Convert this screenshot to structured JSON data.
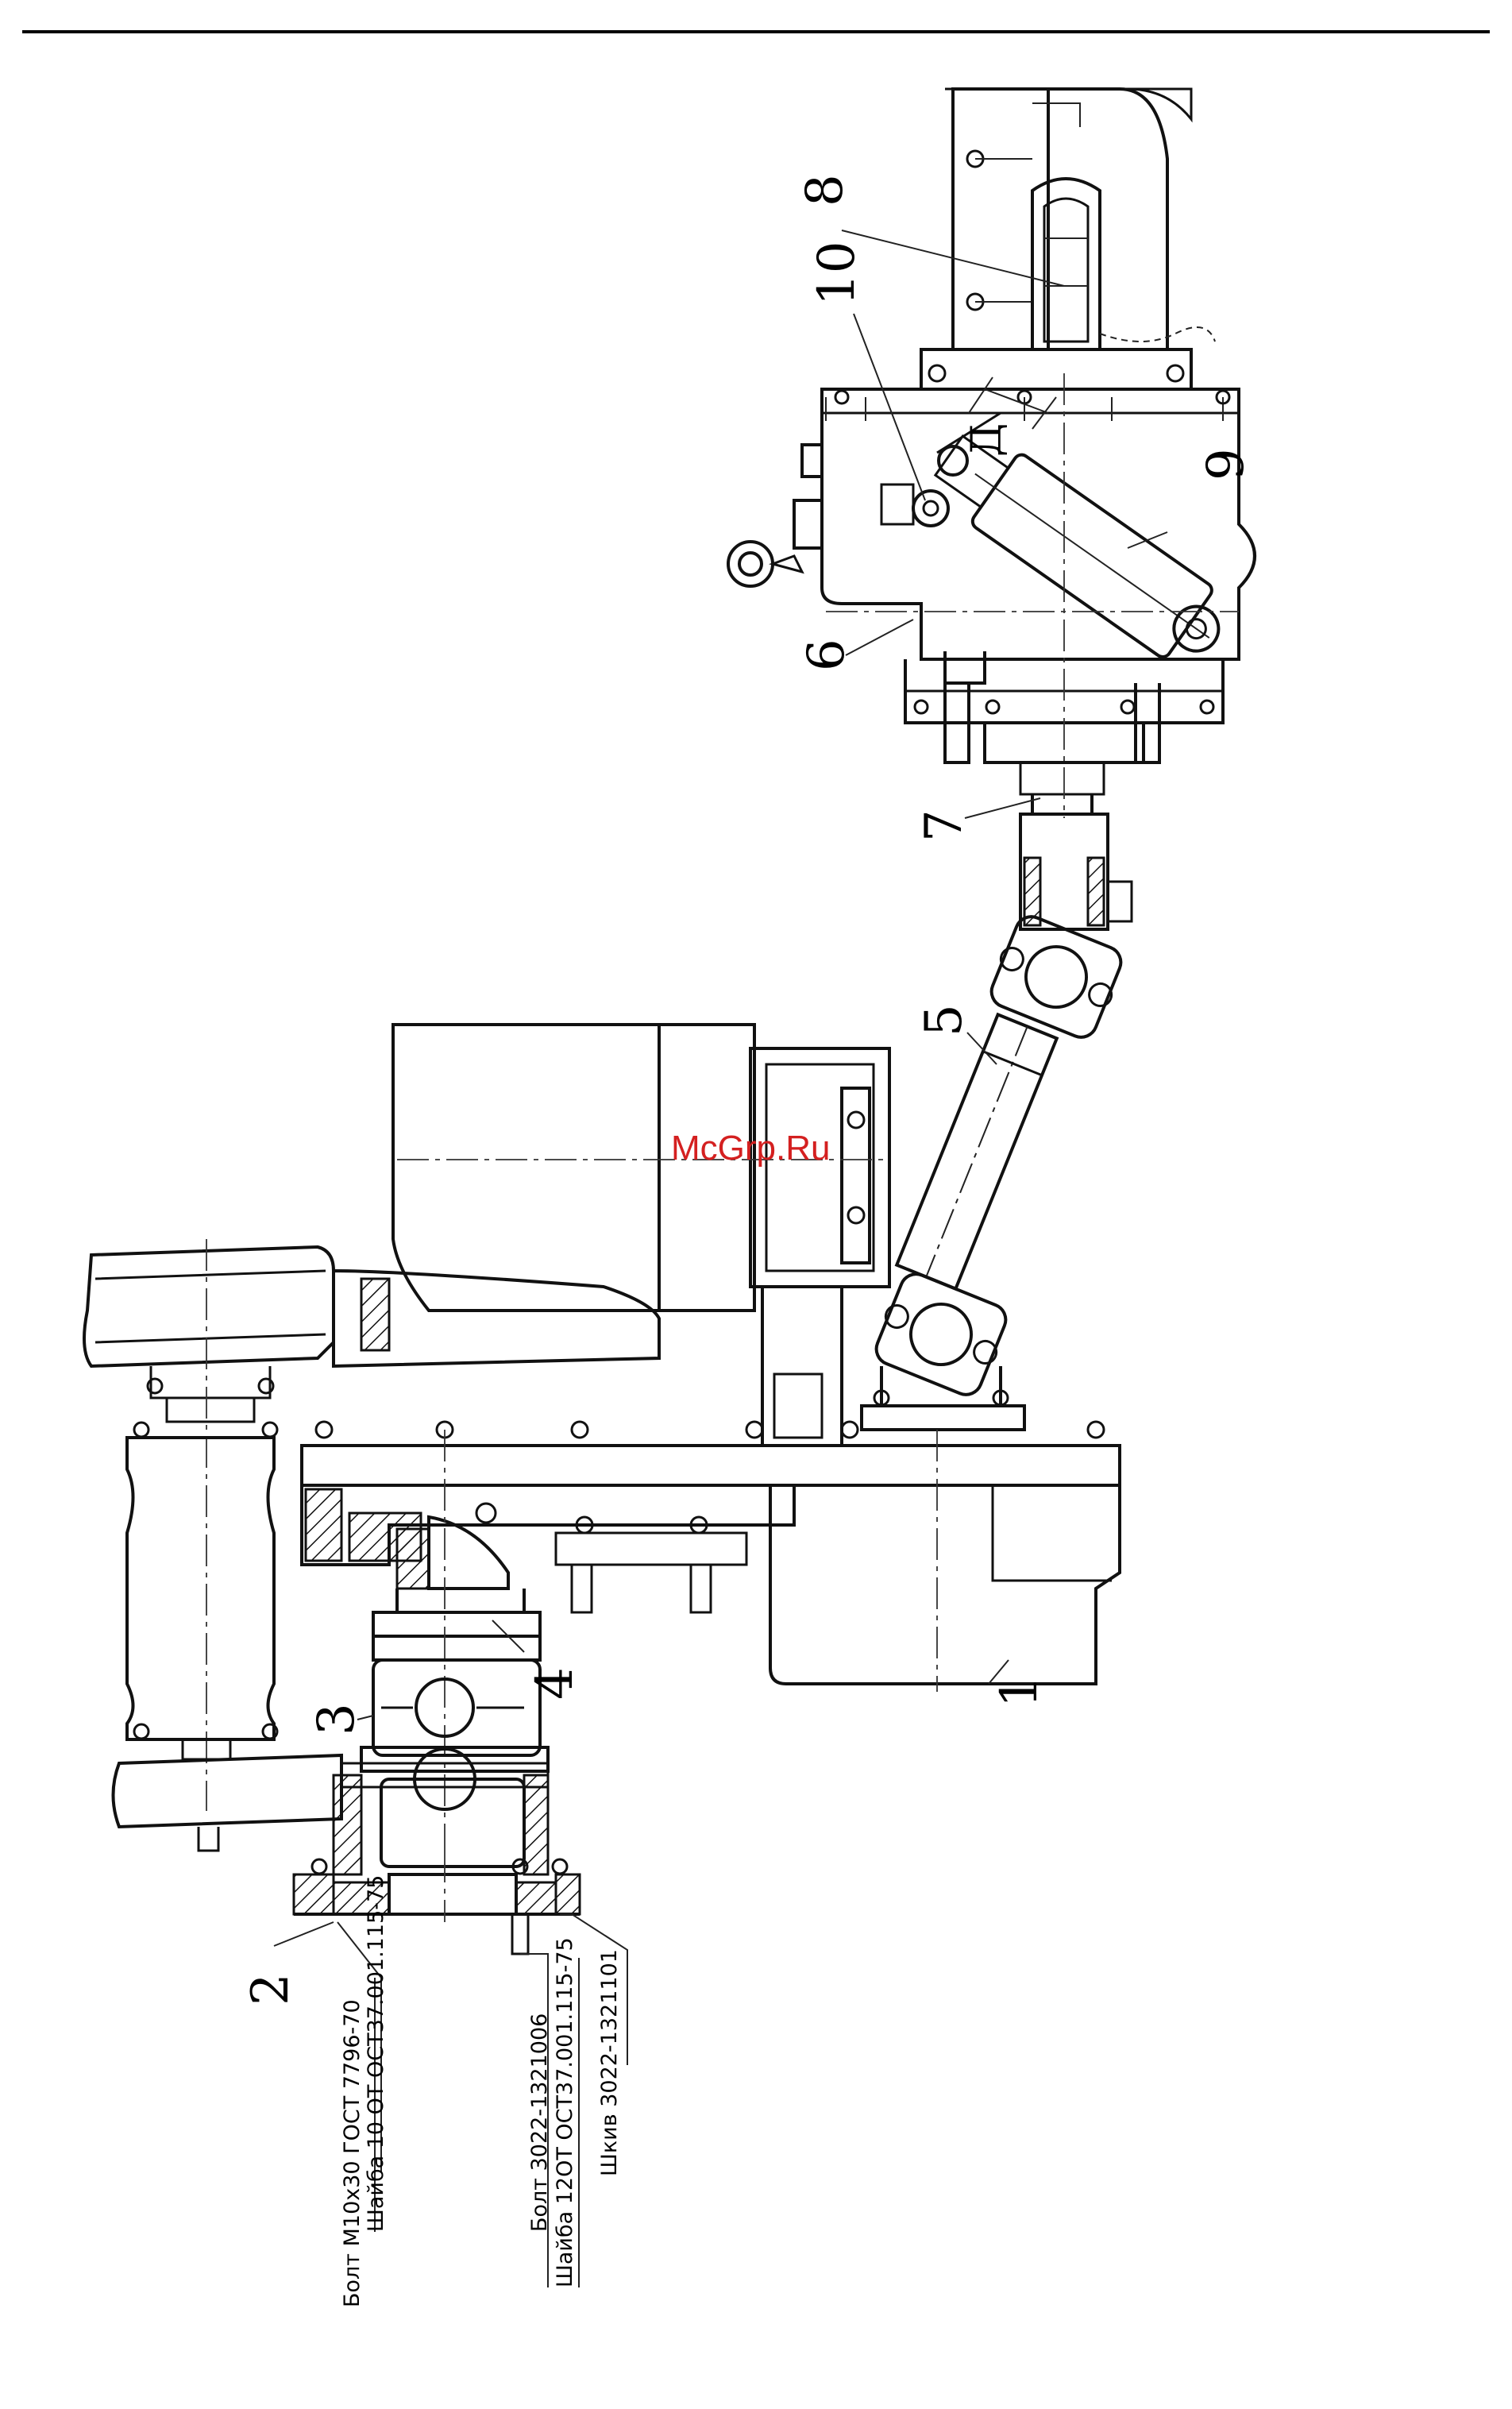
{
  "watermark": "McGrp.Ru",
  "callouts": {
    "c1": "1",
    "c2": "2",
    "c3": "3",
    "c4": "4",
    "c5": "5",
    "c6": "6",
    "c7": "7",
    "c8": "8",
    "c9": "9",
    "c10": "10",
    "dimension": "Д"
  },
  "notes": {
    "bolt_m10": "Болт М10х30  ГОСТ 7796-70",
    "washer_10": "Шайба 10 ОТ ОСТ37.001.115-75",
    "bolt_3022": "Болт  3022-1321006",
    "washer_12": "Шайба 12ОТ ОСТ37.001.115-75",
    "pulley": "Шкив  3022-1321101"
  }
}
